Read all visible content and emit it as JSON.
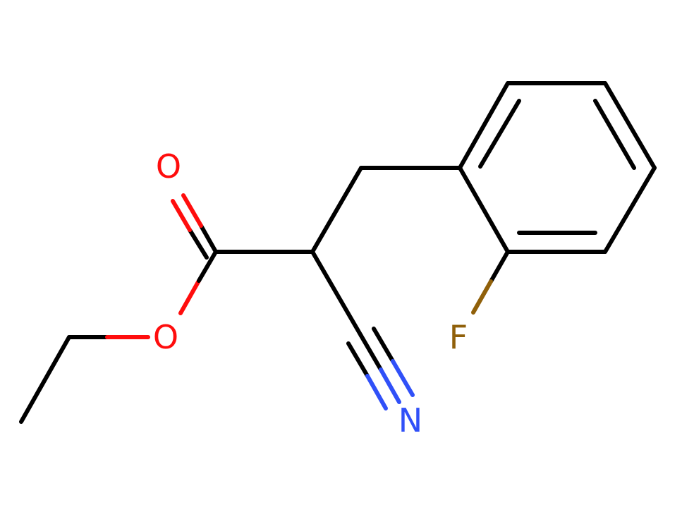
{
  "molecule": {
    "atoms": {
      "carbonyl_oxygen": {
        "symbol": "O",
        "color": "#ff0d0d"
      },
      "ester_oxygen": {
        "symbol": "O",
        "color": "#ff0d0d"
      },
      "nitrile_nitrogen": {
        "symbol": "N",
        "color": "#3050f8"
      },
      "fluorine": {
        "symbol": "F",
        "color": "#90600a"
      }
    },
    "bond_color": "#000000"
  }
}
